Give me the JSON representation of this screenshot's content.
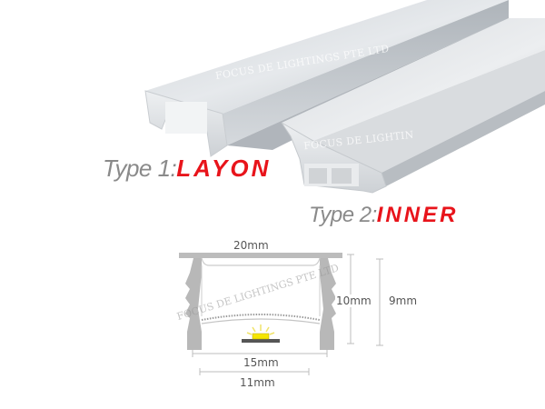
{
  "labels": {
    "type1": {
      "prefix": "Type 1:",
      "name": "LAYON"
    },
    "type2": {
      "prefix": "Type 2:",
      "name": "INNER"
    }
  },
  "watermarks": {
    "photo_1": "FOCUS DE LIGHTINGS PTE LTD",
    "photo_2": "FOCUS DE LIGHTIN",
    "diagram": "FOCUS DE LIGHTINGS PTE LTD"
  },
  "dimensions": {
    "top_width": "20mm",
    "inner_height": "10mm",
    "outer_height": "9mm",
    "bottom_width": "15mm",
    "base_width": "11mm"
  },
  "colors": {
    "accent_red": "#e8141b",
    "label_gray": "#8a8a8a",
    "profile_gray": "#b8b8b8",
    "led_yellow": "#f5e600",
    "dim_line": "#bdbdbd"
  },
  "icons": {
    "led_chip": "led-chip-icon"
  }
}
